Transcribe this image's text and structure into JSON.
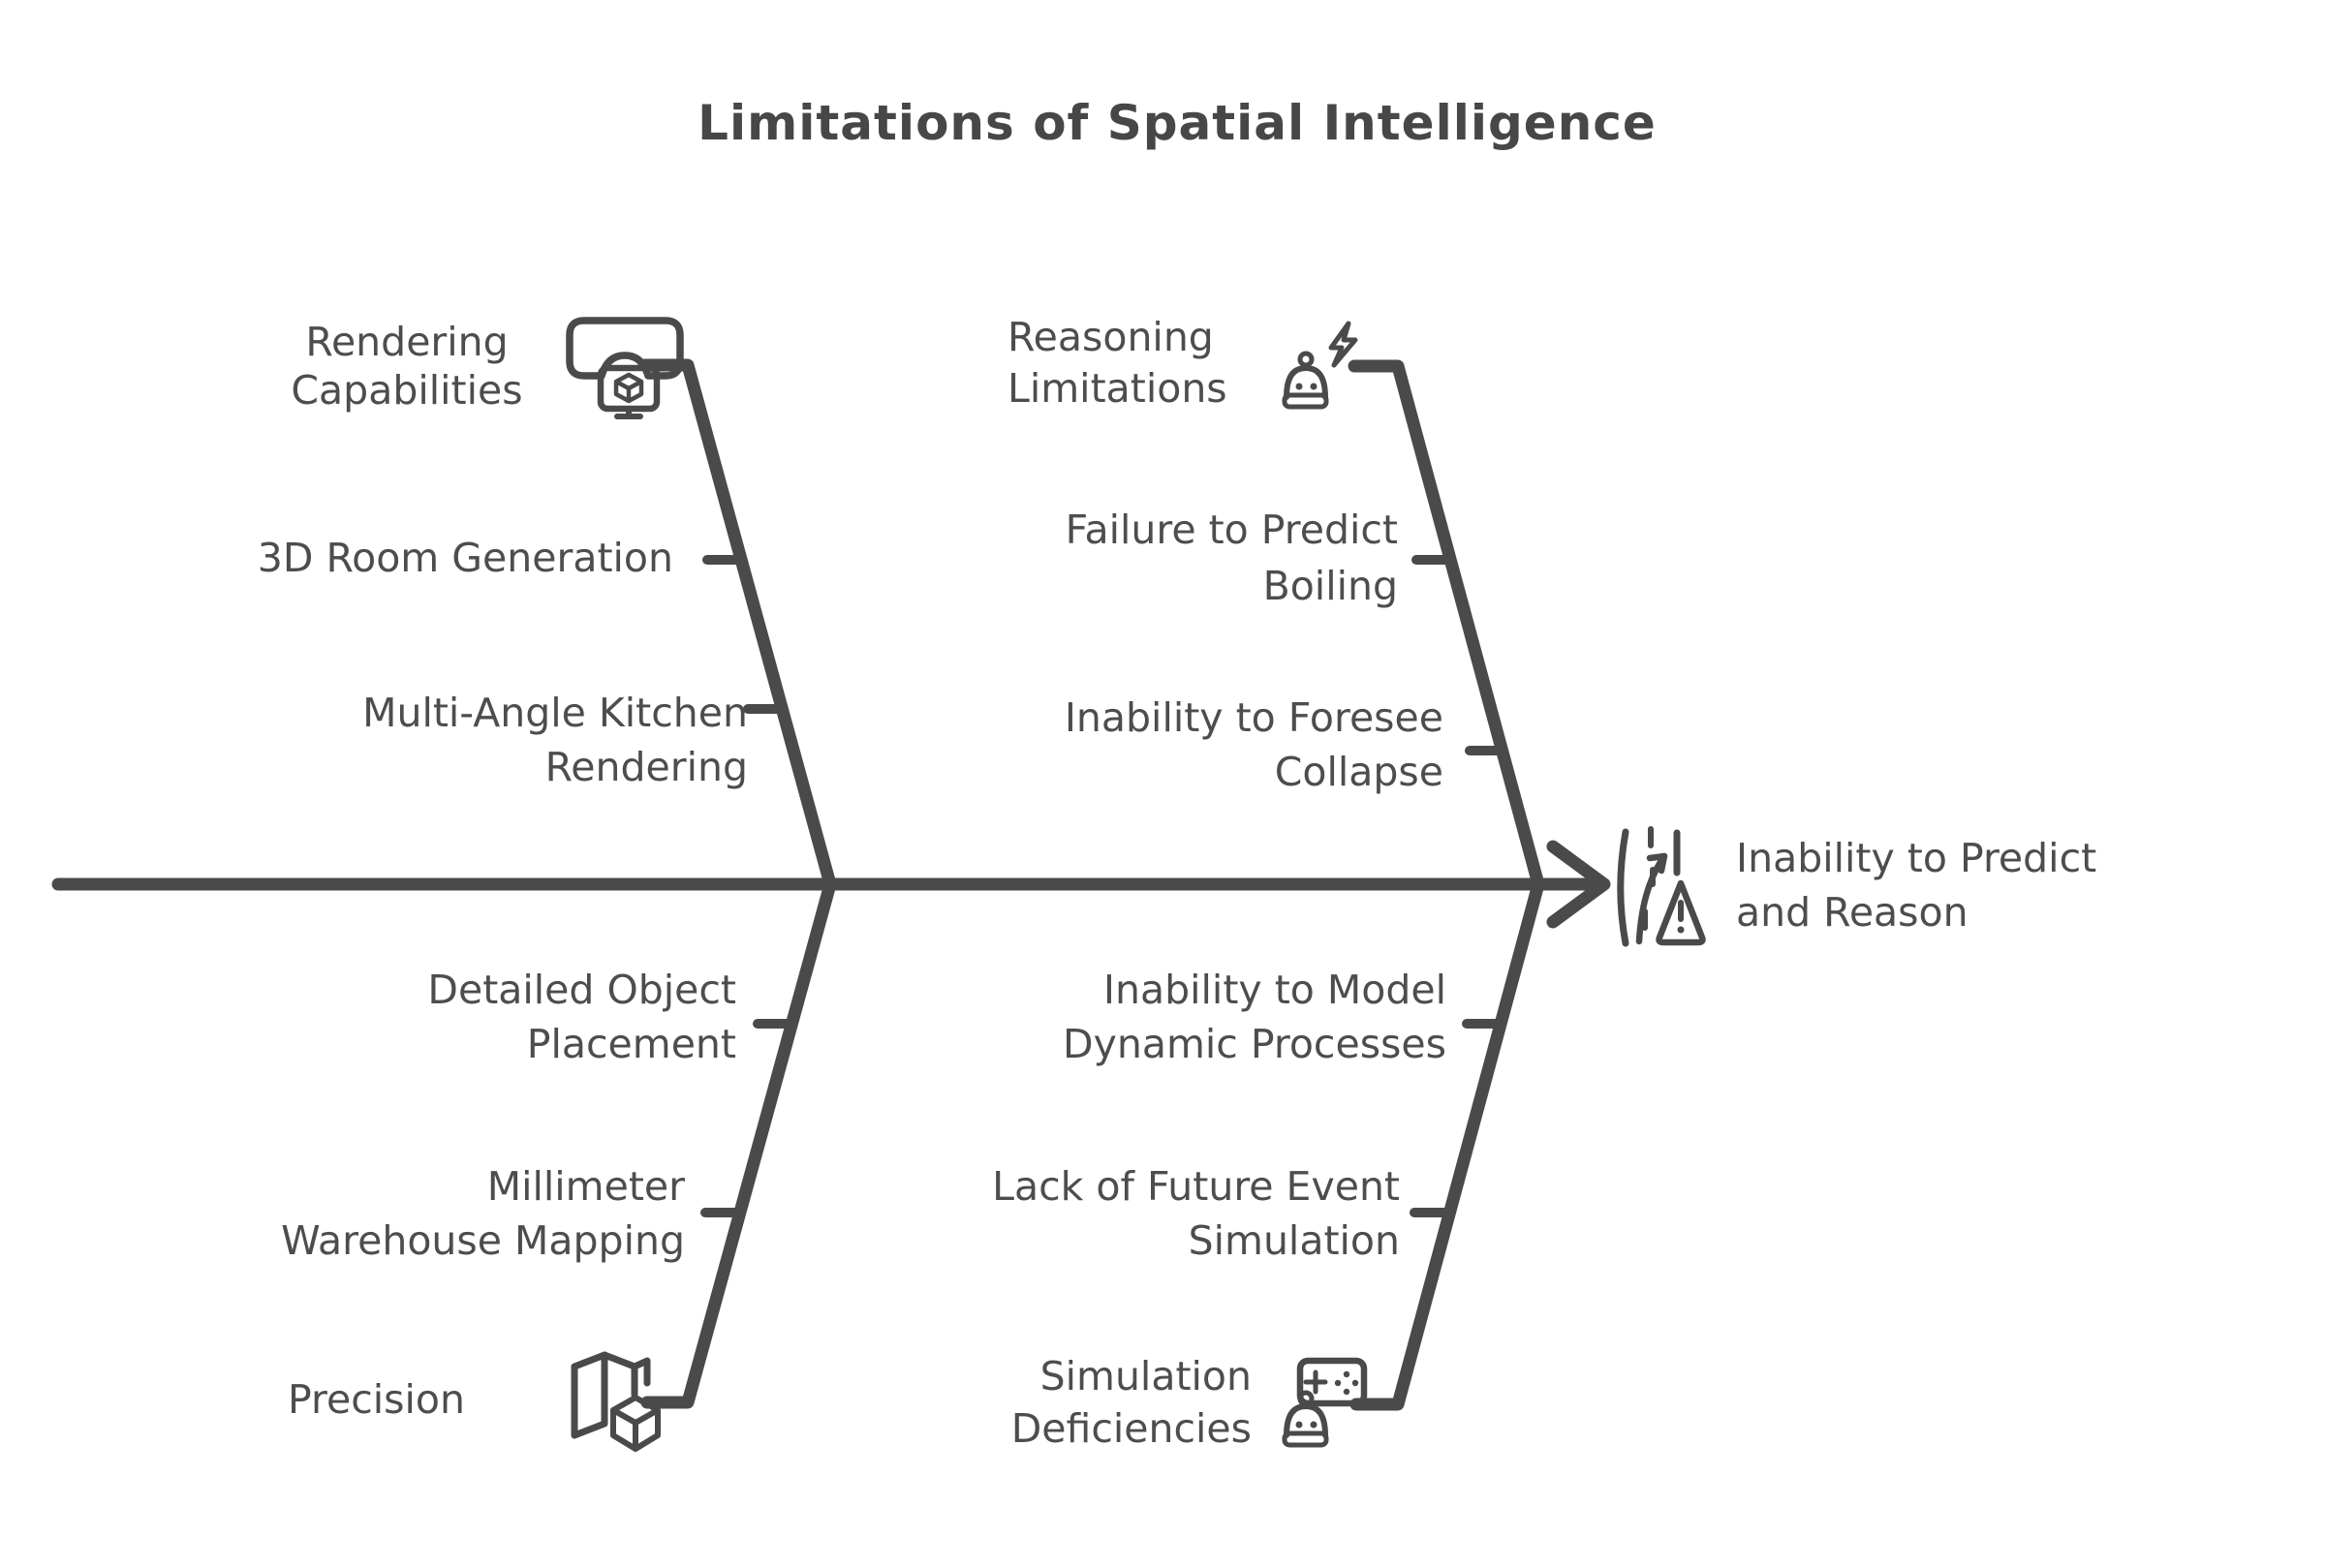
{
  "title": "Limitations of Spatial Intelligence",
  "colors": {
    "stroke": "#4a4a4a",
    "text": "#4d4d4d",
    "background": "#ffffff"
  },
  "head": {
    "label": "Inability to Predict and Reason",
    "lines": [
      "Inability to Predict",
      "and Reason"
    ],
    "icon": "road-warning-icon"
  },
  "branches": [
    {
      "name": "Rendering Capabilities",
      "lines": [
        "Rendering",
        "Capabilities"
      ],
      "icon": "vr-headset-monitor-icon",
      "quadrant": "top-left",
      "causes": [
        {
          "name": "3D Room Generation",
          "lines": [
            "3D Room Generation"
          ]
        },
        {
          "name": "Multi-Angle Kitchen Rendering",
          "lines": [
            "Multi-Angle Kitchen",
            "Rendering"
          ]
        }
      ]
    },
    {
      "name": "Reasoning Limitations",
      "lines": [
        "Reasoning",
        "Limitations"
      ],
      "icon": "robot-lightning-icon",
      "quadrant": "top-right",
      "causes": [
        {
          "name": "Failure to Predict Boiling",
          "lines": [
            "Failure to Predict",
            "Boiling"
          ]
        },
        {
          "name": "Inability to Foresee Collapse",
          "lines": [
            "Inability to Foresee",
            "Collapse"
          ]
        }
      ]
    },
    {
      "name": "Precision",
      "lines": [
        "Precision"
      ],
      "icon": "map-cube-icon",
      "quadrant": "bottom-left",
      "causes": [
        {
          "name": "Detailed Object Placement",
          "lines": [
            "Detailed Object",
            "Placement"
          ]
        },
        {
          "name": "Millimeter Warehouse Mapping",
          "lines": [
            "Millimeter",
            "Warehouse Mapping"
          ]
        }
      ]
    },
    {
      "name": "Simulation Deficiencies",
      "lines": [
        "Simulation",
        "Deficiencies"
      ],
      "icon": "robot-gamepad-icon",
      "quadrant": "bottom-right",
      "causes": [
        {
          "name": "Inability to Model Dynamic Processes",
          "lines": [
            "Inability to Model",
            "Dynamic Processes"
          ]
        },
        {
          "name": "Lack of Future Event Simulation",
          "lines": [
            "Lack of Future Event",
            "Simulation"
          ]
        }
      ]
    }
  ]
}
